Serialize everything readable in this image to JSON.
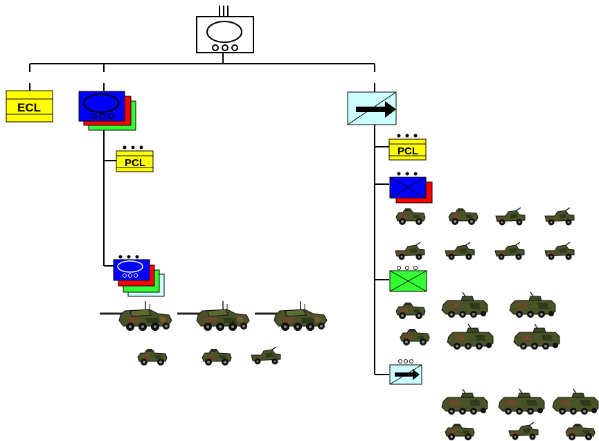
{
  "labels": {
    "ecl": "ECL",
    "pcl_left": "PCL",
    "pcl_right": "PCL"
  },
  "colors": {
    "line": "#000000",
    "yellow": "#ffff00",
    "blue": "#0000ff",
    "red": "#ff0000",
    "green": "#33ff33",
    "light_cyan": "#ccffff",
    "vehicle_dark": "#2b2b1e",
    "vehicle_olive": "#5c6b2e",
    "vehicle_brown": "#6b4a2a",
    "vehicle_green": "#3f5a2a"
  },
  "icons": {
    "hq": "command-post-symbol",
    "ecl_unit": "yellow-unit-box",
    "armored_recon": "blue-red-green-stacked-unit",
    "recon_group": "cyan-box-with-arrow",
    "light_tank": "wheeled-armored-car-icon",
    "jeep": "light-patrol-vehicle-icon",
    "apc": "wheeled-apc-icon"
  }
}
